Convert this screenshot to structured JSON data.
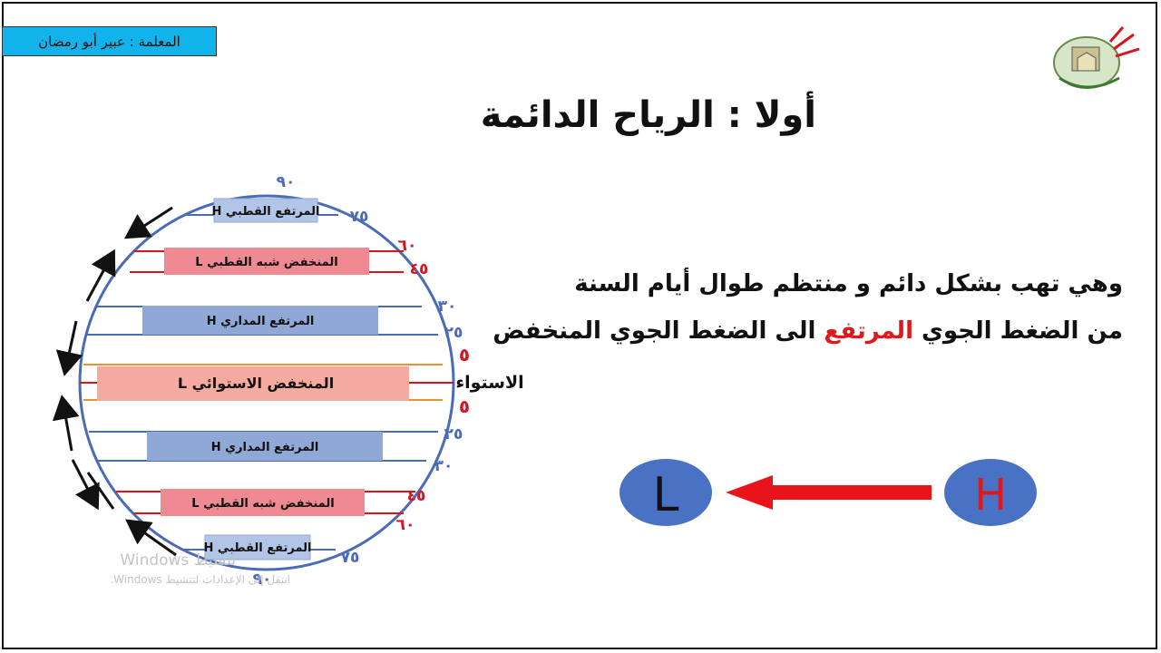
{
  "teacher_label": "المعلمة : عبير أبو رمضان",
  "title": "أولا : الرياح الدائمة",
  "description": {
    "line1": "وهي تهب بشكل دائم و منتظم طوال أيام السنة",
    "line2_part1": "من الضغط الجوي",
    "line2_highlight": "المرتفع",
    "line2_part2": "الى الضغط الجوي المنخفض"
  },
  "globe": {
    "bands": {
      "polar_high_n": "المرتفع القطبي H",
      "subpolar_low_n": "المنخفض شبه القطبي L",
      "subtropical_high_n": "المرتفع المداري H",
      "equatorial_low": "المنخفض الاستوائي L",
      "subtropical_high_s": "المرتفع المداري H",
      "subpolar_low_s": "المنخفض شبه القطبي L",
      "polar_high_s": "المرتفع القطبي H"
    },
    "equator_label": "الاستواء",
    "latitudes": {
      "n90": "٩٠",
      "n75": "٧٥",
      "n60": "٦٠",
      "n45": "٤٥",
      "n30": "٣٠",
      "n25": "٢٥",
      "n5": "٥",
      "s5": "٥",
      "s25": "٢٥",
      "s30": "٣٠",
      "s45": "٤٥",
      "s60": "٦٠",
      "s75": "٧٥",
      "s90": "٩٠"
    }
  },
  "pressure": {
    "low": "L",
    "high": "H"
  },
  "watermark": {
    "line1": "تنشيط Windows",
    "line2": "انتقل إلى الإعدادات لتنشيط Windows."
  },
  "colors": {
    "teacher_bg": "#12b3ea",
    "blue_band": "#8fa8d6",
    "red_band": "#f08a92",
    "equator_band": "#f5aaa0",
    "red_line": "#d8141e",
    "blue_line": "#4a6bb5",
    "highlight": "#e0181c",
    "ellipse": "#4a72c4",
    "arrow": "#e8141a"
  }
}
